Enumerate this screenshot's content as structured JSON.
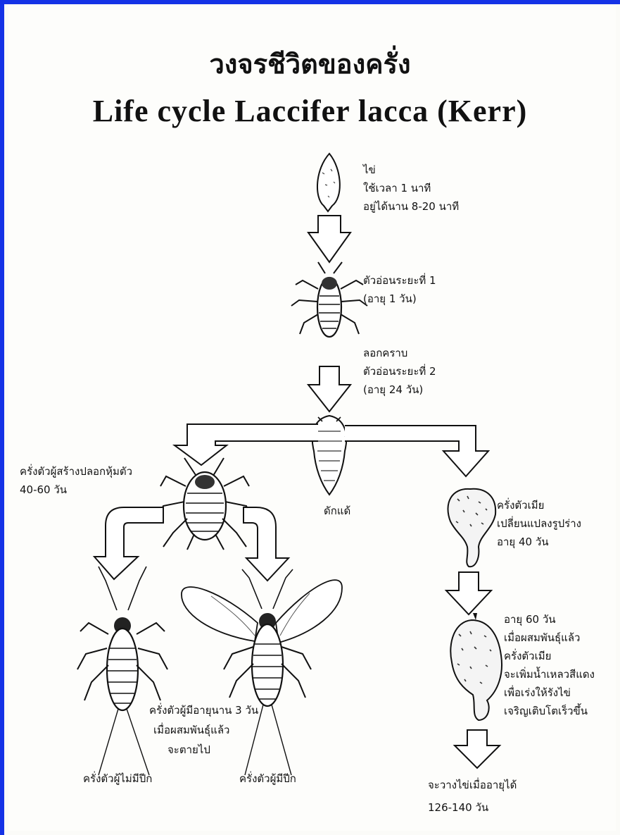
{
  "title": {
    "thai": "วงจรชีวิตของครั่ง",
    "english": "Life cycle Laccifer lacca (Kerr)"
  },
  "stages": {
    "egg": {
      "name": "ไข่",
      "duration": "ใช้เวลา 1 นาที",
      "lifespan": "อยู่ได้นาน 8-20 นาที"
    },
    "nymph1": {
      "name": "ตัวอ่อนระยะที่ 1",
      "age": "(อายุ 1 วัน)"
    },
    "molt": {
      "name": "ลอกคราบ",
      "nymph2": "ตัวอ่อนระยะที่ 2",
      "age": "(อายุ 24 วัน)"
    },
    "pupa": {
      "name": "ดักแด้"
    },
    "male_cocoon": {
      "line1": "ครั่งตัวผู้สร้างปลอกหุ้มตัว",
      "line2": "40-60 วัน"
    },
    "female_transform": {
      "line1": "ครั่งตัวเมีย",
      "line2": "เปลี่ยนแปลงรูปร่าง",
      "line3": "อายุ 40 วัน"
    },
    "female_mature": {
      "line1": "อายุ 60 วัน",
      "line2": "เมื่อผสมพันธุ์แล้ว",
      "line3": "ครั่งตัวเมีย",
      "line4": "จะเพิ่มน้ำเหลวสีแดง",
      "line5": "เพื่อเร่งให้รังไข่",
      "line6": "เจริญเติบโตเร็วขึ้น"
    },
    "egg_laying": {
      "line1": "จะวางไข่เมื่ออายุได้",
      "line2": "126-140 วัน"
    },
    "male_life": {
      "line1": "ครั่งตัวผู้มีอายุนาน 3 วัน",
      "line2": "เมื่อผสมพันธุ์แล้ว",
      "line3": "จะตายไป"
    },
    "wingless_male": {
      "name": "ครั่งตัวผู้ไม่มีปีก"
    },
    "winged_male": {
      "name": "ครั่งตัวผู้มีปีก"
    }
  },
  "colors": {
    "border": "#1432e6",
    "ink": "#111111",
    "paper": "#fdfdfb"
  }
}
